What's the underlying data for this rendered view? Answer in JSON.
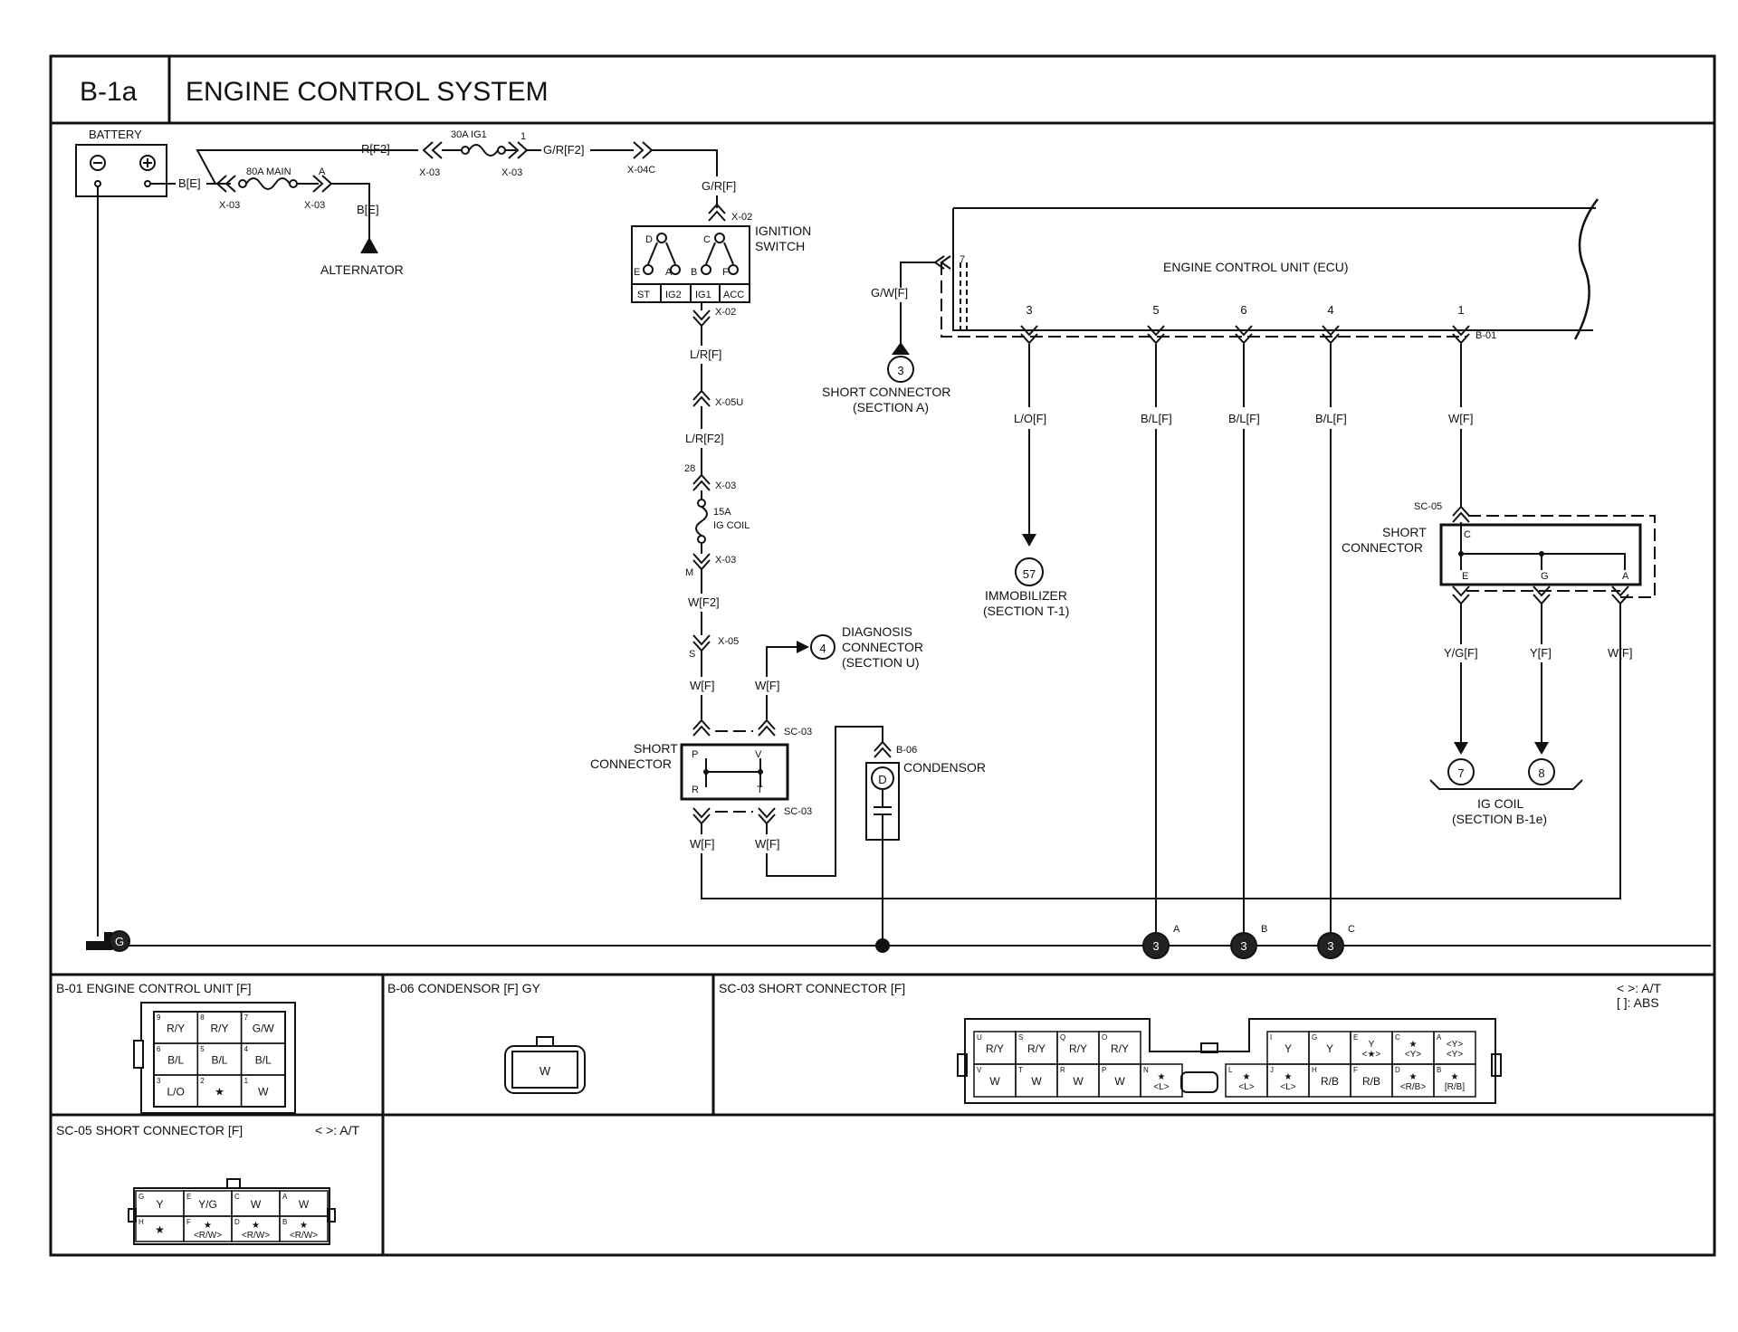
{
  "header": {
    "code": "B-1a",
    "title": "ENGINE CONTROL SYSTEM"
  },
  "components": {
    "battery": "BATTERY",
    "alternator": "ALTERNATOR",
    "ignition_switch": [
      "IGNITION",
      "SWITCH"
    ],
    "ignition_positions": [
      "ST",
      "IG2",
      "IG1",
      "ACC"
    ],
    "ignition_terminals": [
      "D",
      "C",
      "E",
      "A",
      "B",
      "F"
    ],
    "ecu": "ENGINE CONTROL UNIT (ECU)",
    "condensor": "CONDENSOR",
    "short_connector_lines": [
      "SHORT",
      "CONNECTOR"
    ],
    "short_connector_a": [
      "SHORT CONNECTOR",
      "(SECTION A)"
    ],
    "immobilizer": [
      "IMMOBILIZER",
      "(SECTION T-1)"
    ],
    "diagnosis": [
      "DIAGNOSIS",
      "CONNECTOR",
      "(SECTION U)"
    ],
    "ig_coil_ref": [
      "IG COIL",
      "(SECTION B-1e)"
    ],
    "ig_coil_fuse": [
      "15A",
      "IG COIL"
    ]
  },
  "fuses": {
    "main": "80A MAIN",
    "ig1": "30A IG1"
  },
  "connectors": {
    "x03": "X-03",
    "x04c": "X-04C",
    "x02": "X-02",
    "x05u": "X-05U",
    "x05": "X-05",
    "b01": "B-01",
    "b06": "B-06",
    "sc03": "SC-03",
    "sc05": "SC-05"
  },
  "wires": {
    "b_e": "B[E]",
    "r_f2": "R[F2]",
    "g_r_f2": "G/R[F2]",
    "g_r_f": "G/R[F]",
    "l_r_f": "L/R[F]",
    "l_r_f2": "L/R[F2]",
    "w_f2": "W[F2]",
    "w_f": "W[F]",
    "g_w_f": "G/W[F]",
    "l_o_f": "L/O[F]",
    "b_l_f": "B/L[F]",
    "y_g_f": "Y/G[F]",
    "y_f": "Y[F]"
  },
  "pins": {
    "a": "A",
    "one": "1",
    "p28": "28",
    "m": "M",
    "s": "S",
    "ecu_7": "7",
    "ecu_bottom": [
      "3",
      "5",
      "6",
      "4",
      "1"
    ],
    "sc03_top": [
      "P",
      "V"
    ],
    "sc03_bottom": [
      "R",
      "T"
    ],
    "sc05": [
      "C",
      "E",
      "G",
      "A"
    ],
    "condensor": "D",
    "ground": "G",
    "ground_refs": [
      "A",
      "B",
      "C"
    ]
  },
  "refs": {
    "short_conn": "3",
    "immobilizer": "57",
    "diagnosis": "4",
    "coil_a": "7",
    "coil_b": "8"
  },
  "panels": {
    "b01": {
      "title": "B-01 ENGINE CONTROL UNIT [F]",
      "rows": [
        [
          {
            "n": "9",
            "v": "R/Y"
          },
          {
            "n": "8",
            "v": "R/Y"
          },
          {
            "n": "7",
            "v": "G/W"
          }
        ],
        [
          {
            "n": "6",
            "v": "B/L"
          },
          {
            "n": "5",
            "v": "B/L"
          },
          {
            "n": "4",
            "v": "B/L"
          }
        ],
        [
          {
            "n": "3",
            "v": "L/O"
          },
          {
            "n": "2",
            "v": "★"
          },
          {
            "n": "1",
            "v": "W"
          }
        ]
      ]
    },
    "b06": {
      "title": "B-06 CONDENSOR [F] GY",
      "value": "W"
    },
    "sc03": {
      "title": "SC-03 SHORT CONNECTOR [F]",
      "legend": [
        "< >: A/T",
        "[ ]: ABS"
      ],
      "left_top": [
        {
          "n": "U",
          "v": "R/Y"
        },
        {
          "n": "S",
          "v": "R/Y"
        },
        {
          "n": "Q",
          "v": "R/Y"
        },
        {
          "n": "O",
          "v": "R/Y"
        }
      ],
      "left_bottom": [
        {
          "n": "V",
          "v": "W"
        },
        {
          "n": "T",
          "v": "W"
        },
        {
          "n": "R",
          "v": "W"
        },
        {
          "n": "P",
          "v": "W"
        },
        {
          "n": "N",
          "v": "★ <L>"
        }
      ],
      "right_top": [
        {
          "n": "I",
          "v": "Y"
        },
        {
          "n": "G",
          "v": "Y"
        },
        {
          "n": "E",
          "v": "Y <★>"
        },
        {
          "n": "C",
          "v": "★ <Y>"
        },
        {
          "n": "A",
          "v": "<Y> <Y>"
        }
      ],
      "right_bottom": [
        {
          "n": "L",
          "v": "★ <L>"
        },
        {
          "n": "J",
          "v": "★ <L>"
        },
        {
          "n": "H",
          "v": "R/B"
        },
        {
          "n": "F",
          "v": "R/B"
        },
        {
          "n": "D",
          "v": "★ <R/B>"
        },
        {
          "n": "B",
          "v": "★ [R/B]"
        }
      ]
    },
    "sc05": {
      "title": "SC-05 SHORT CONNECTOR [F]",
      "legend": "< >: A/T",
      "top": [
        {
          "n": "G",
          "v": "Y"
        },
        {
          "n": "E",
          "v": "Y/G"
        },
        {
          "n": "C",
          "v": "W"
        },
        {
          "n": "A",
          "v": "W"
        }
      ],
      "bottom": [
        {
          "n": "H",
          "v": "★"
        },
        {
          "n": "F",
          "v": "★ <R/W>"
        },
        {
          "n": "D",
          "v": "★ <R/W>"
        },
        {
          "n": "B",
          "v": "★ <R/W>"
        }
      ]
    }
  }
}
